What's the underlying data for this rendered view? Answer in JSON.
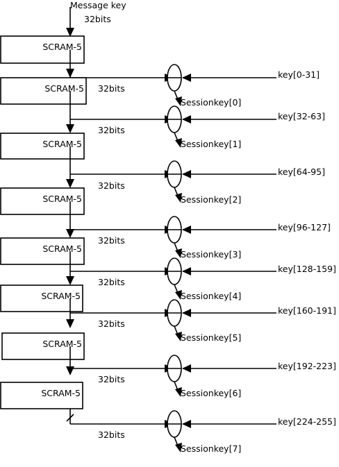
{
  "input": {
    "label": "Message key",
    "bits": "32bits"
  },
  "block_label": "SCRAM-5",
  "stages": [
    {
      "bits": "32bits",
      "key": "key[0-31]",
      "session": "Sessionkey[0]"
    },
    {
      "bits": "32bits",
      "key": "key[32-63]",
      "session": "Sessionkey[1]"
    },
    {
      "bits": "32bits",
      "key": "key[64-95]",
      "session": "Sessionkey[2]"
    },
    {
      "bits": "32bits",
      "key": "key[96-127]",
      "session": "Sessionkey[3]"
    },
    {
      "bits": "32bits",
      "key": "key[128-159]",
      "session": "Sessionkey[4]"
    },
    {
      "bits": "32bits",
      "key": "key[160-191]",
      "session": "Sessionkey[5]"
    },
    {
      "bits": "32bits",
      "key": "key[192-223]",
      "session": "Sessionkey[6]"
    },
    {
      "bits": "32bits",
      "key": "key[224-255]",
      "session": "Sessionkey[7]"
    }
  ]
}
